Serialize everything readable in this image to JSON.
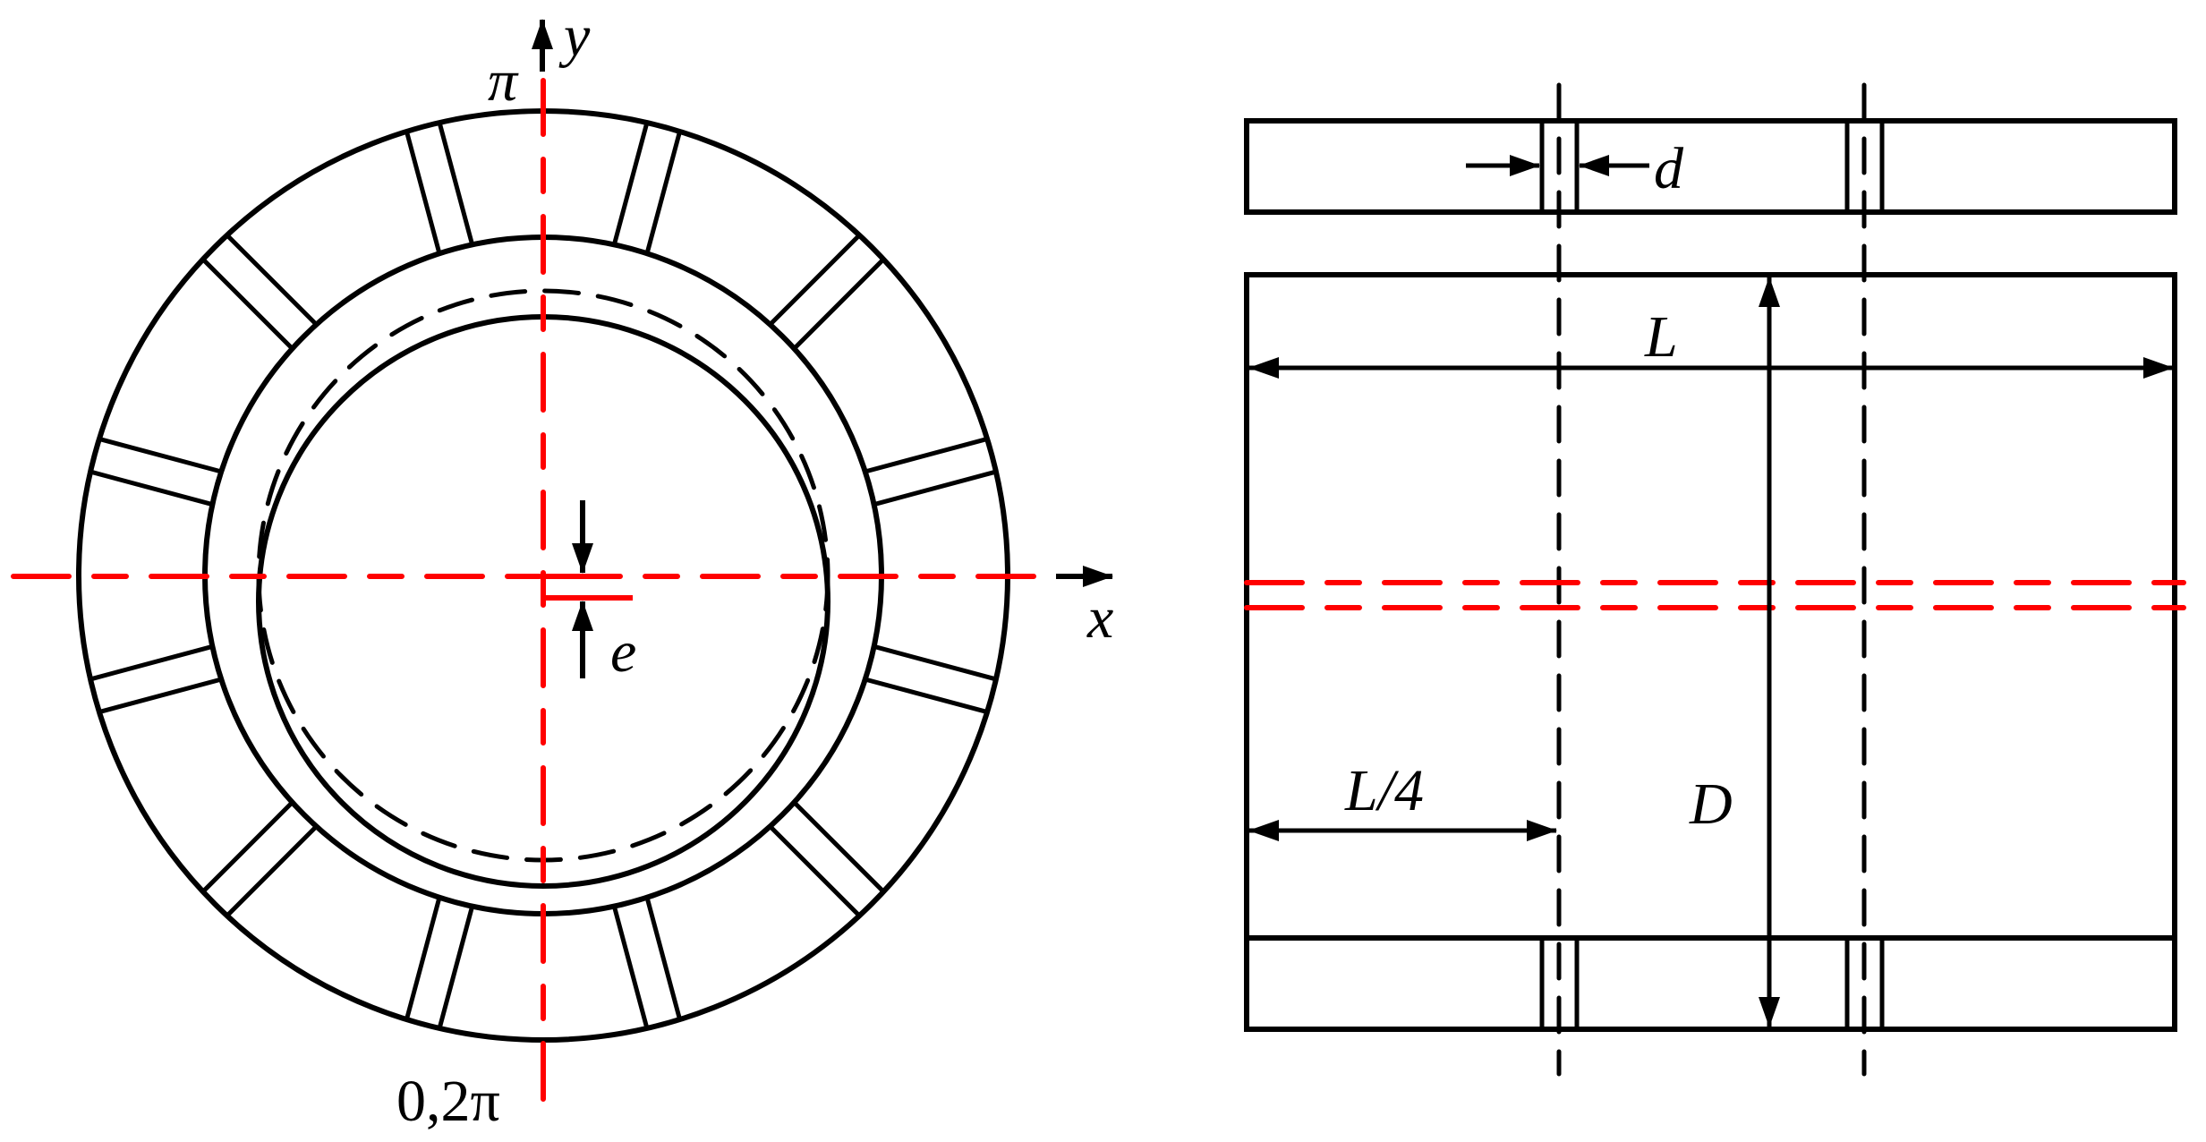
{
  "figure": {
    "description": "Journal bearing with 12 axial grooves: cross-section (left) and axial section (right)",
    "colors": {
      "line": "#000000",
      "centerline": "#ff0000",
      "background": "#ffffff"
    }
  },
  "cross_section": {
    "axis_x_label": "x",
    "axis_y_label": "y",
    "angle_top_label": "π",
    "angle_bottom_label": "0,2π",
    "eccentricity_label": "e",
    "groove_count": 12,
    "groove_angles_deg": [
      15,
      45,
      75,
      105,
      135,
      165,
      195,
      225,
      255,
      285,
      315,
      345
    ]
  },
  "axial_section": {
    "groove_width_label": "d",
    "length_label": "L",
    "quarter_length_label": "L/4",
    "diameter_label": "D"
  }
}
